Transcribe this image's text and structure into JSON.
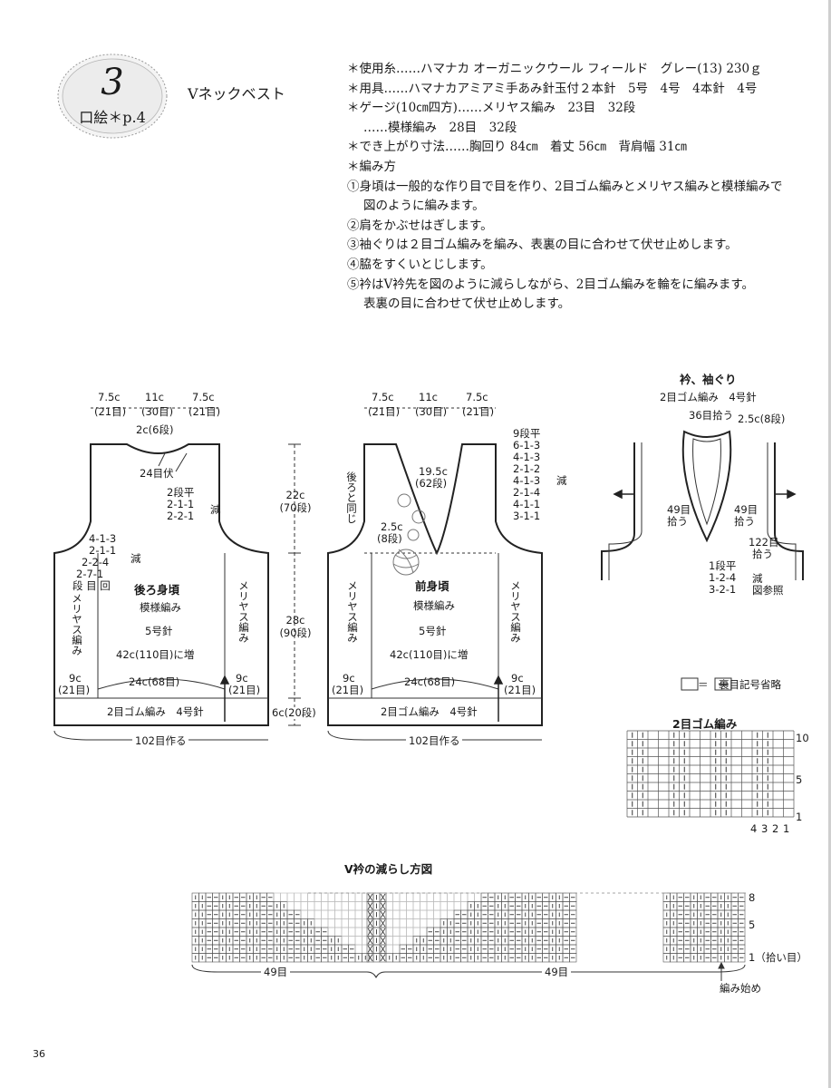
{
  "badge": {
    "number": "3",
    "caption": "口絵＊p.4"
  },
  "title": "Vネックベスト",
  "specs": [
    "＊使用糸……ハマナカ オーガニックウール フィールド　グレー(13) 230ｇ",
    "＊用具……ハマナカアミアミ手あみ針玉付２本針　5号　4号　4本針　4号",
    "＊ゲージ(10㎝四方)……メリヤス編み　23目　32段",
    "……模様編み　28目　32段",
    "＊でき上がり寸法……胸回り 84㎝　着丈 56㎝　背肩幅 31㎝",
    "＊編み方",
    "①身頃は一般的な作り目で目を作り、2目ゴム編みとメリヤス編みと模様編みで",
    "図のように編みます。",
    "②肩をかぶせはぎします。",
    "③袖ぐりは２目ゴム編みを編み、表裏の目に合わせて伏せ止めします。",
    "④脇をすくいとじします。",
    "⑤衿はV衿先を図のように減らしながら、2目ゴム編みを輪をに編みます。",
    "表裏の目に合わせて伏せ止めします。"
  ],
  "back": {
    "top_dims": [
      "7.5c",
      "11c",
      "7.5c"
    ],
    "top_sts": [
      "(21目)",
      "(30目)",
      "(21目)"
    ],
    "neck_depth": "2c(6段)",
    "bind_off": "24目伏",
    "neck_dec": [
      "2段平",
      "2-1-1",
      "2-2-1"
    ],
    "dec_label": "減",
    "arm_dec": [
      "4-1-3",
      "2-1-1",
      "2-2-4",
      "2-7-1"
    ],
    "arm_dec_label": "減",
    "col_header": "段 目 回",
    "name": "後ろ身頃",
    "stitch": "模様編み",
    "needle": "5号針",
    "side_left": "メリヤス編み",
    "side_right": "メリヤス編み",
    "increase": "42c(110目)に増",
    "bottom_left": [
      "9c",
      "(21目)"
    ],
    "bottom_mid": "24c(68目)",
    "bottom_right": [
      "9c",
      "(21目)"
    ],
    "rib": "2目ゴム編み　4号針",
    "cast_on": "102目作る"
  },
  "heights": {
    "upper": [
      "22c",
      "(70段)"
    ],
    "middle": [
      "28c",
      "(90段)"
    ],
    "rib": "6c(20段)"
  },
  "front": {
    "top_dims": [
      "7.5c",
      "11c",
      "7.5c"
    ],
    "top_sts": [
      "(21目)",
      "(30目)",
      "(21目)"
    ],
    "same_as_back": "後ろと同じ",
    "v_depth": [
      "19.5c",
      "(62段)"
    ],
    "v_dec": [
      "9段平",
      "6-1-3",
      "4-1-3",
      "2-1-2",
      "4-1-3",
      "2-1-4",
      "4-1-1",
      "3-1-1"
    ],
    "dec_label": "減",
    "arm_depth": [
      "2.5c",
      "(8段)"
    ],
    "name": "前身頃",
    "stitch": "模様編み",
    "needle": "5号針",
    "side_left": "メリヤス編み",
    "side_right": "メリヤス編み",
    "increase": "42c(110目)に増",
    "bottom_left": [
      "9c",
      "(21目)"
    ],
    "bottom_mid": "24c(68目)",
    "bottom_right": [
      "9c",
      "(21目)"
    ],
    "rib": "2目ゴム編み　4号針",
    "cast_on": "102目作る"
  },
  "collar": {
    "title": "衿、袖ぐり",
    "subtitle": "2目ゴム編み　4号針",
    "back_pickup": "36目拾う",
    "width": "2.5c(8段)",
    "left_pickup": [
      "49目",
      "拾う"
    ],
    "right_pickup": [
      "49目",
      "拾う"
    ],
    "arm_pickup": [
      "122目",
      "拾う"
    ],
    "v_dec": [
      "1段平",
      "1-2-4",
      "3-2-1"
    ],
    "v_dec_note": [
      "減",
      "図参照"
    ]
  },
  "legend": {
    "text": "＝　裏目記号省略",
    "symbol": "一"
  },
  "rib_chart": {
    "title": "2目ゴム編み",
    "row_labels": [
      "10",
      "5",
      "1"
    ],
    "col_labels": [
      "4",
      "3",
      "2",
      "1"
    ]
  },
  "v_chart": {
    "title": "V衿の減らし方図",
    "row_labels": [
      "8",
      "5",
      "1（拾い目）"
    ],
    "left_count": "49目",
    "right_count": "49目",
    "start": "編み始め"
  },
  "page_number": "36"
}
